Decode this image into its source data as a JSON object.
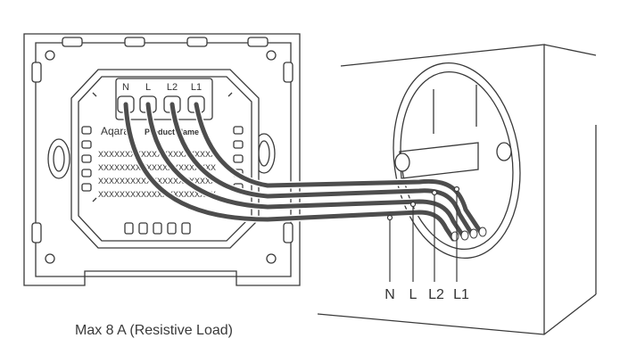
{
  "terminals": [
    "N",
    "L",
    "L2",
    "L1"
  ],
  "wire_labels": [
    "N",
    "L",
    "L2",
    "L1"
  ],
  "brand": "Aqara",
  "product_name": "Product Name",
  "spec_lines": [
    "XXXXXXXXXXXXXXXXXXXXXX",
    "XXXXXXXXXXXXXXXXXXXXXX",
    "XXXXXXXXXXXXXXXXXXXXXX",
    "XXXXXXXXXXXXXXXXXXXXXX"
  ],
  "caption": "Max 8 A (Resistive Load)",
  "colors": {
    "line": "#3a3a3a",
    "wire": "#4d4d4d",
    "background": "#ffffff"
  }
}
